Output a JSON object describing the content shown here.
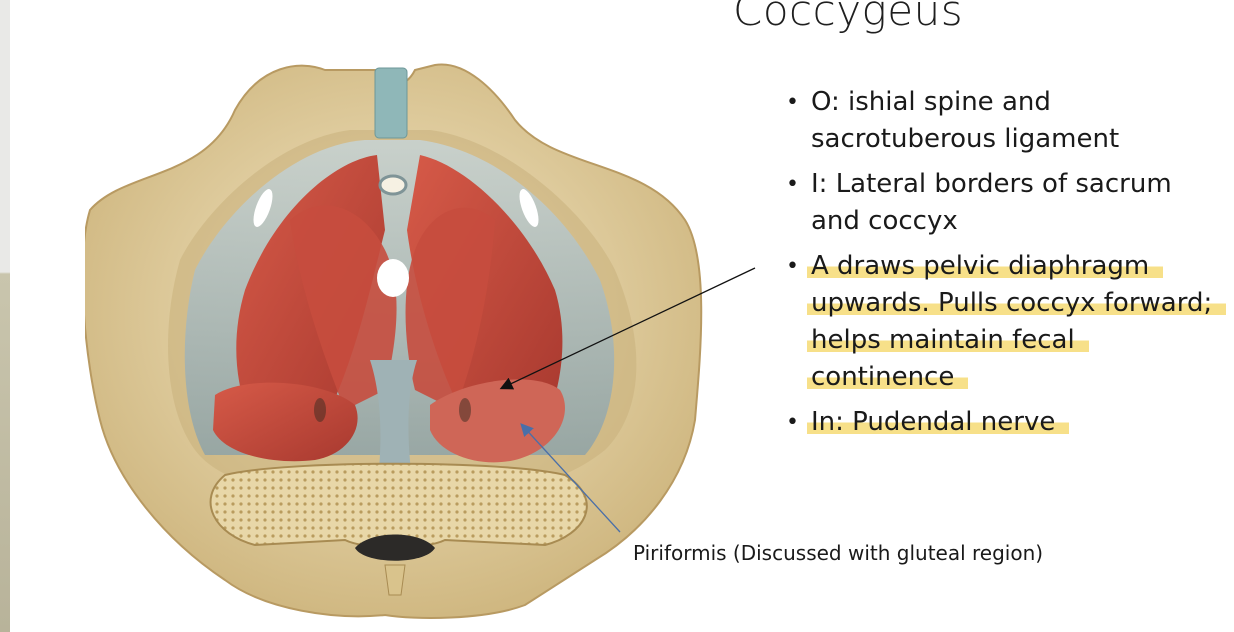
{
  "slide": {
    "title": "Coccygeus",
    "bullets": [
      {
        "text": "O: ishial spine and sacrotuberous ligament",
        "highlighted": false
      },
      {
        "text": "I: Lateral borders of sacrum and coccyx",
        "highlighted": false
      },
      {
        "text": "A draws pelvic diaphragm upwards. Pulls coccyx forward; helps maintain fecal continence",
        "highlighted": true
      },
      {
        "text": "In: Pudendal nerve",
        "highlighted": true
      }
    ],
    "caption": "Piriformis (Discussed with gluteal region)"
  },
  "colors": {
    "highlight": "#f7e089",
    "muscle": "#c0483c",
    "bone": "#e6d3a3",
    "fascia": "#aebfc4",
    "black_arrow": "#111111",
    "blue_arrow": "#4a6fa8"
  },
  "figure": {
    "subject": "pelvic floor muscles anatomical illustration"
  }
}
